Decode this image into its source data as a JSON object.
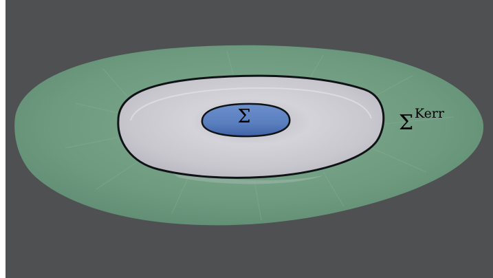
{
  "colors": {
    "background": "#4e5051",
    "outer_region": "#6e9b80",
    "middle_region": "#c6c5cc",
    "inner_region": "#5a7fbf",
    "outline": "#101316",
    "label": "#000000"
  },
  "labels": {
    "inner": "Σ",
    "outer_symbol": "Σ",
    "outer_superscript": "Kerr"
  }
}
